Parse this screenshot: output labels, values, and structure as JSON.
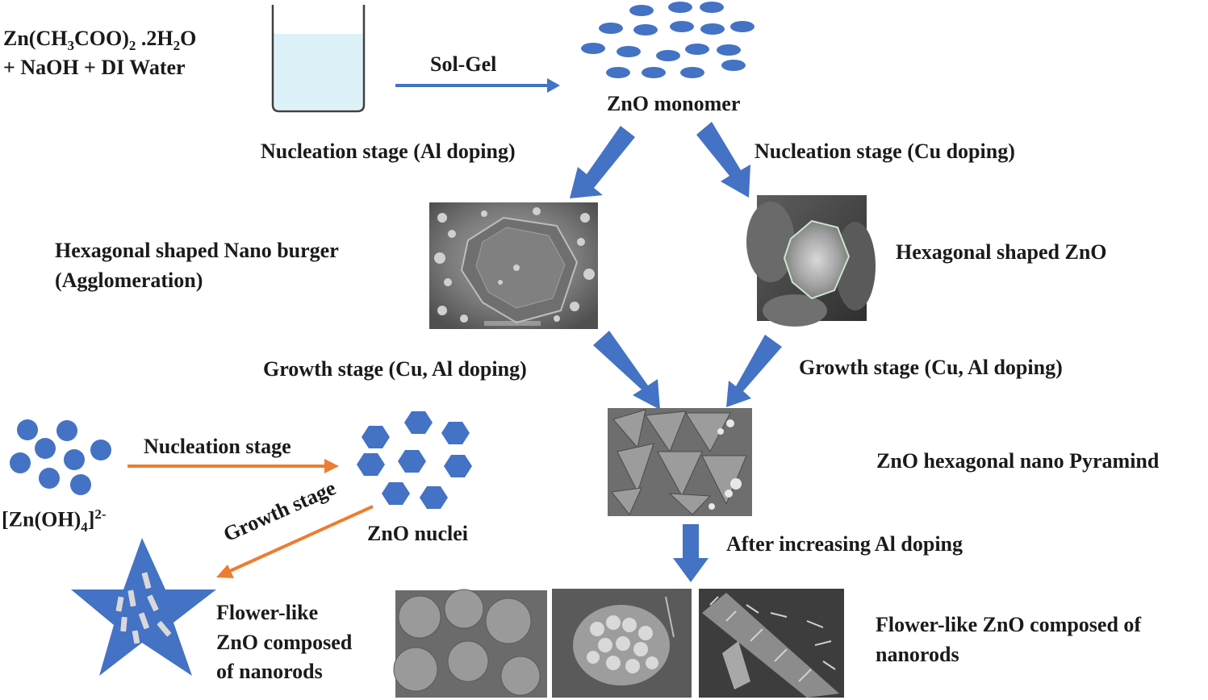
{
  "precursor": {
    "line1_pre": "Zn(CH",
    "line1_sub1": "3",
    "line1_mid": "COO)",
    "line1_sub2": "2",
    "line1_post": " .2H",
    "line1_sub3": "2",
    "line1_end": "O",
    "line2": "+ NaOH + DI Water"
  },
  "labels": {
    "sol_gel": "Sol-Gel",
    "zno_monomer": "ZnO monomer",
    "nucleation_al": "Nucleation stage (Al doping)",
    "nucleation_cu": "Nucleation stage (Cu doping)",
    "nano_burger_line1": "Hexagonal shaped Nano burger",
    "nano_burger_line2": "(Agglomeration)",
    "hexagonal_zno": "Hexagonal shaped ZnO",
    "growth_left": "Growth stage (Cu, Al doping)",
    "growth_right": "Growth stage (Cu, Al doping)",
    "pyramid": "ZnO hexagonal nano Pyramind",
    "nucleation_stage": "Nucleation stage",
    "zn_oh4_pre": "[Zn(OH)",
    "zn_oh4_sub": "4",
    "zn_oh4_post": "]",
    "zn_oh4_sup": "2-",
    "zno_nuclei": "ZnO nuclei",
    "growth_stage": "Growth stage",
    "after_al": "After increasing Al doping",
    "flower_left_1": "Flower-like",
    "flower_left_2": "ZnO composed",
    "flower_left_3": "of nanorods",
    "flower_right_1": "Flower-like ZnO composed of",
    "flower_right_2": "nanorods"
  },
  "colors": {
    "blue": "#4472C4",
    "orange": "#ED7D31",
    "beaker_liquid": "#DDF2F8",
    "sem_gray": "#8a8a8a"
  }
}
